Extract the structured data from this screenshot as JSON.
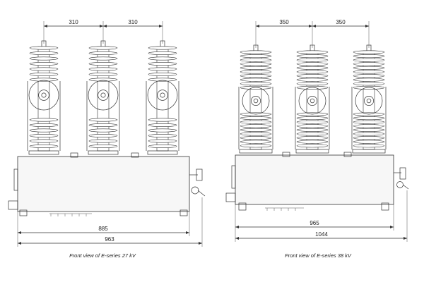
{
  "left_view": {
    "caption": "Front view of E-series 27 kV",
    "pole_spacing_1": "310",
    "pole_spacing_2": "310",
    "inner_width": "885",
    "overall_width": "963"
  },
  "right_view": {
    "caption": "Front view of E-series 38 kV",
    "pole_spacing_1": "350",
    "pole_spacing_2": "350",
    "inner_width": "965",
    "overall_width": "1044"
  },
  "colors": {
    "line": "#333333",
    "fill": "#f7f7f7",
    "background": "#ffffff"
  }
}
